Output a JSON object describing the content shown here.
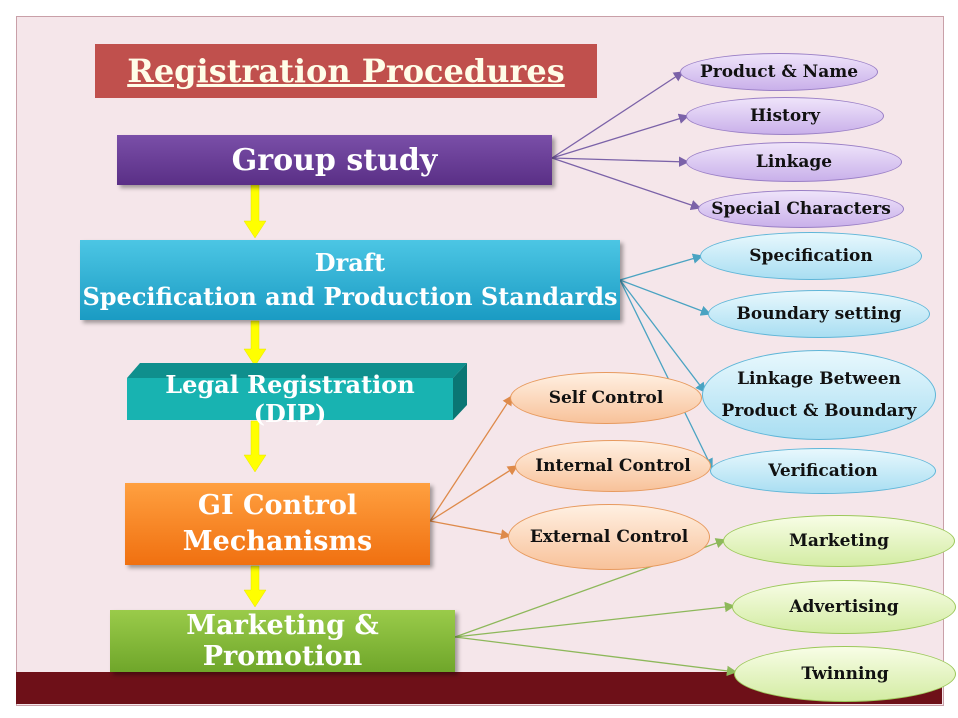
{
  "title": "Registration Procedures",
  "steps": {
    "group_study": "Group study",
    "draft_line1": "Draft",
    "draft_line2": "Specification and Production Standards",
    "legal": "Legal Registration (DIP)",
    "gi_line1": "GI Control",
    "gi_line2": "Mechanisms",
    "marketing": "Marketing & Promotion"
  },
  "group_study_items": [
    "Product & Name",
    "History",
    "Linkage",
    "Special Characters"
  ],
  "draft_items": [
    "Specification",
    "Boundary setting",
    "Linkage Between",
    "Product & Boundary",
    "Verification"
  ],
  "gi_items": [
    "Self Control",
    "Internal Control",
    "External Control"
  ],
  "marketing_items": [
    "Marketing",
    "Advertising",
    "Twinning"
  ],
  "colors": {
    "title": "#c0504d",
    "group_study": "#6a3f98",
    "draft": "#2aabd2",
    "legal": "#18b3b1",
    "gi": "#f58220",
    "marketing": "#82b838",
    "flow_arrow": "#ffff00",
    "bottom_bar": "#6e1018"
  }
}
